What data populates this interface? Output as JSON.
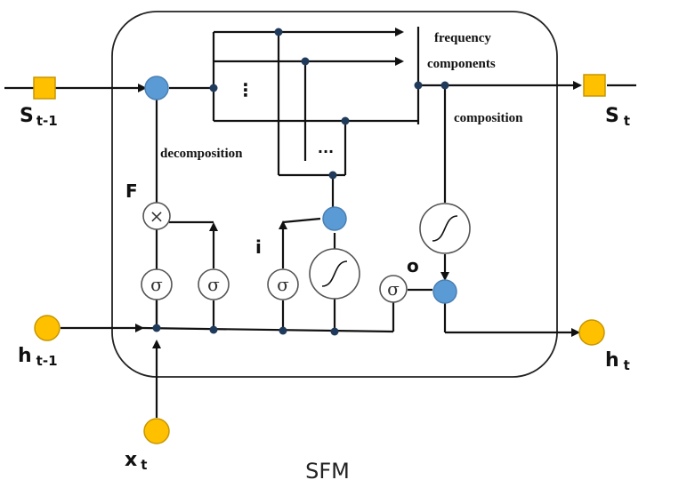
{
  "title": "SFM",
  "labels": {
    "frequency_line1": "frequency",
    "frequency_line2": "components",
    "composition": "composition",
    "decomposition": "decomposition",
    "F": "F",
    "i": "i",
    "o": "o",
    "S_prev": "S",
    "S_prev_sub": "t-1",
    "S_next": "S",
    "S_next_sub": "t",
    "h_prev": "h",
    "h_prev_sub": "t-1",
    "h_next": "h",
    "h_next_sub": "t",
    "x": "x",
    "x_sub": "t"
  },
  "symbols": {
    "sigma": "σ",
    "times": "×",
    "vdots": "⋮",
    "hdots": "···"
  },
  "colors": {
    "blue_node": "#5b9bd5",
    "yellow_node": "#ffc000"
  }
}
